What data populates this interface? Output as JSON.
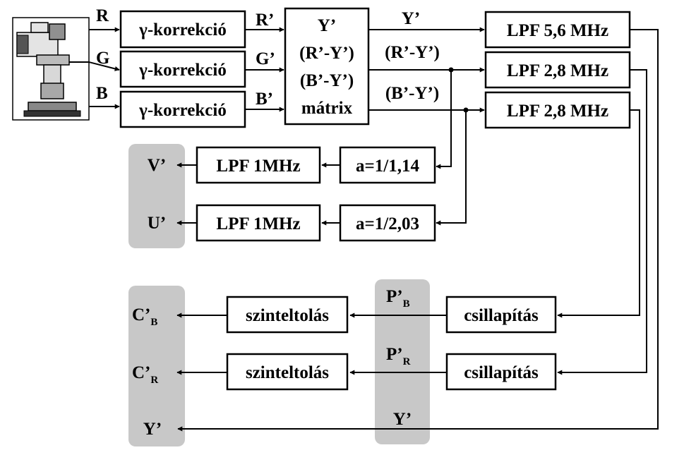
{
  "inputs": {
    "r": "R",
    "g": "G",
    "b": "B"
  },
  "gamma": {
    "label": "γ-korrekció"
  },
  "primes": {
    "r": "R’",
    "g": "G’",
    "b": "B’"
  },
  "matrix": {
    "line1": "Y’",
    "line2": "(R’-Y’)",
    "line3": "(B’-Y’)",
    "line4": "mátrix"
  },
  "matrix_outputs": {
    "y": "Y’",
    "ry": "(R’-Y’)",
    "by": "(B’-Y’)"
  },
  "lpf": {
    "y": "LPF 5,6 MHz",
    "ry": "LPF 2,8 MHz",
    "by": "LPF 2,8 MHz",
    "v": "LPF 1MHz",
    "u": "LPF 1MHz"
  },
  "scale": {
    "v": "a=1/1,14",
    "u": "a=1/2,03"
  },
  "outputs": {
    "v": "V’",
    "u": "U’",
    "y": "Y’",
    "cb_main": "C’",
    "cb_sub": "B",
    "cr_main": "C’",
    "cr_sub": "R"
  },
  "level_shift": {
    "label": "szinteltolás"
  },
  "attenuation": {
    "label": "csillapítás"
  },
  "mid_labels": {
    "pb_main": "P’",
    "pb_sub": "B",
    "pr_main": "P’",
    "pr_sub": "R",
    "y": "Y’"
  }
}
